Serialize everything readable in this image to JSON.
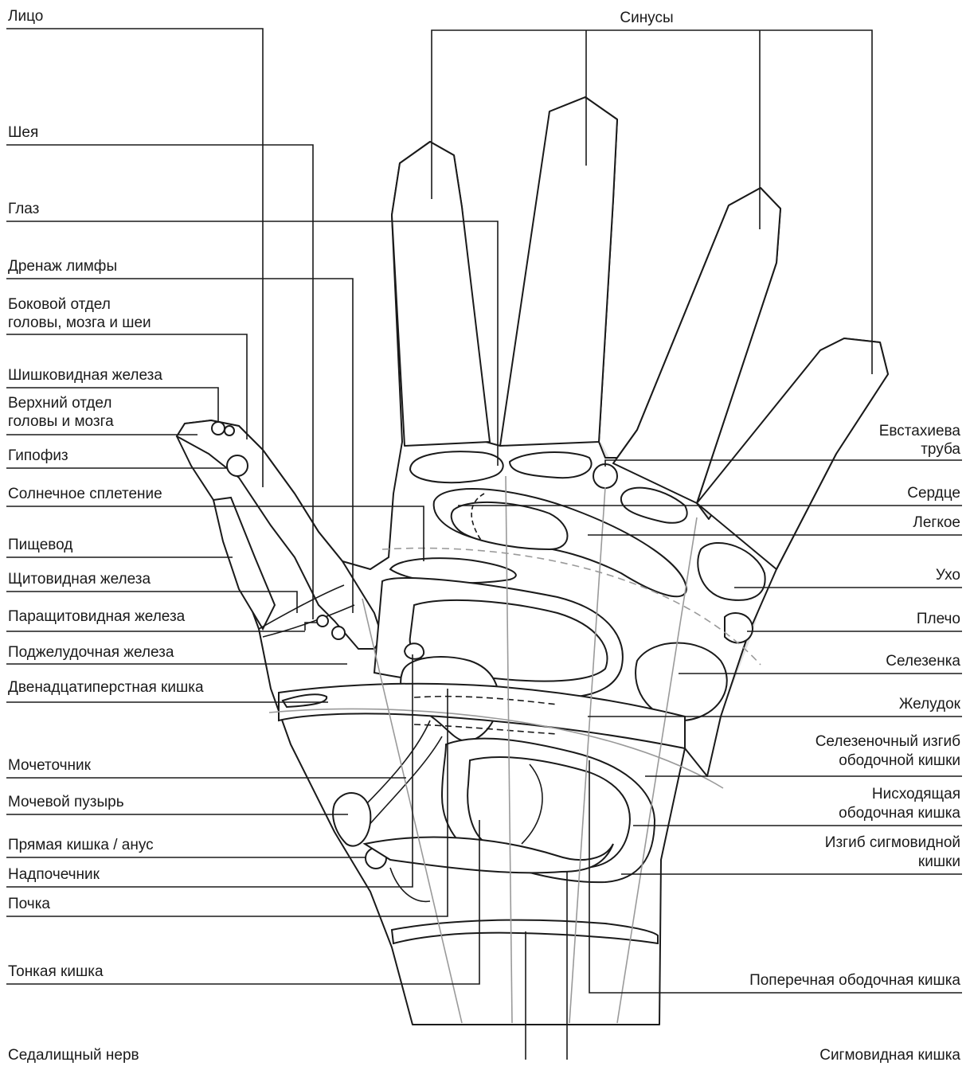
{
  "labels": {
    "face": "Лицо",
    "neck": "Шея",
    "eye": "Глаз",
    "lymph_drainage": "Дренаж лимфы",
    "side_head_line1": "Боковой отдел",
    "side_head_line2": "головы, мозга и шеи",
    "pineal": "Шишковидная железа",
    "upper_head_line1": "Верхний отдел",
    "upper_head_line2": "головы и мозга",
    "pituitary": "Гипофиз",
    "solar_plexus": "Солнечное сплетение",
    "esophagus": "Пищевод",
    "thyroid": "Щитовидная железа",
    "parathyroid": "Паращитовидная железа",
    "pancreas": "Поджелудочная железа",
    "duodenum": "Двенадцатиперстная кишка",
    "ureter": "Мочеточник",
    "bladder": "Мочевой пузырь",
    "rectum": "Прямая кишка / анус",
    "adrenal": "Надпочечник",
    "kidney": "Почка",
    "small_intestine": "Тонкая кишка",
    "sciatic": "Седалищный нерв",
    "sinuses": "Синусы",
    "eustachian_line1": "Евстахиева",
    "eustachian_line2": "труба",
    "heart": "Сердце",
    "lung": "Легкое",
    "ear": "Ухо",
    "shoulder": "Плечо",
    "spleen": "Селезенка",
    "stomach": "Желудок",
    "splenic_flexure_line1": "Селезеночный изгиб",
    "splenic_flexure_line2": "ободочной кишки",
    "descending_colon_line1": "Нисходящая",
    "descending_colon_line2": "ободочная кишка",
    "sigmoid_flexure_line1": "Изгиб сигмовидной",
    "sigmoid_flexure_line2": "кишки",
    "transverse_colon": "Поперечная ободочная кишка",
    "sigmoid_colon": "Сигмовидная кишка"
  },
  "colors": {
    "line": "#1a1a1a",
    "shade": "#e3e3e3",
    "nerve": "#9a9a9a"
  }
}
